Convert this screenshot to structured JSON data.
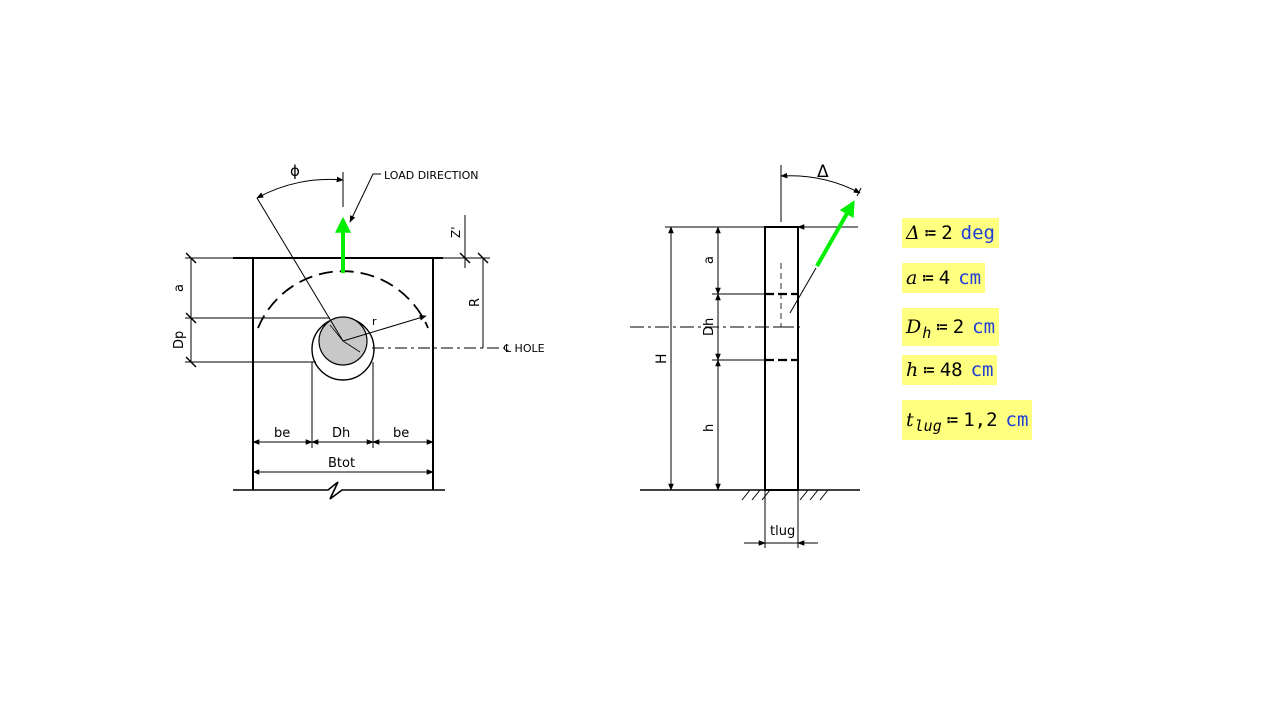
{
  "diagram": {
    "front_view": {
      "label_phi": "ϕ",
      "label_load_direction": "LOAD DIRECTION",
      "label_z": "Z'",
      "label_r_big": "R",
      "label_a": "a",
      "label_dp": "Dp",
      "label_r_small": "r",
      "label_hole": "℄ HOLE",
      "label_be_left": "be",
      "label_dh": "Dh",
      "label_be_right": "be",
      "label_btot": "Btot"
    },
    "side_view": {
      "label_delta": "Δ",
      "label_a": "a",
      "label_dh": "Dh",
      "label_h_big": "H",
      "label_h_small": "h",
      "label_tlug": "tlug"
    },
    "colors": {
      "load_arrow": "#00ee00",
      "hole_fill": "#c8c8c8",
      "param_highlight": "#ffff80",
      "unit_text": "#1f3fd6"
    }
  },
  "parameters": [
    {
      "symbol": "Δ",
      "subscript": "",
      "assign": "≔",
      "value": "2",
      "unit": "deg"
    },
    {
      "symbol": "a",
      "subscript": "",
      "assign": "≔",
      "value": "4",
      "unit": "cm"
    },
    {
      "symbol": "D",
      "subscript": "h",
      "assign": "≔",
      "value": "2",
      "unit": "cm"
    },
    {
      "symbol": "h",
      "subscript": "",
      "assign": "≔",
      "value": "48",
      "unit": "cm"
    },
    {
      "symbol": "t",
      "subscript": "lug",
      "assign": "≔",
      "value": "1,2",
      "unit": "cm"
    }
  ]
}
